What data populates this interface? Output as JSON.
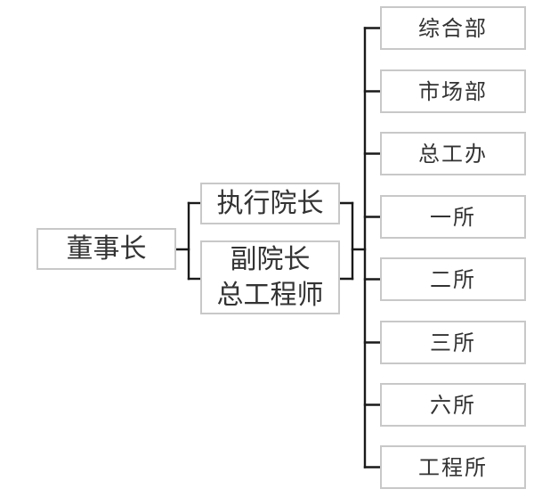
{
  "diagram": {
    "type": "org-chart",
    "root": {
      "label": "董事长"
    },
    "level2": [
      {
        "label": "执行院长"
      },
      {
        "lines": [
          "副院长",
          "总工程师"
        ]
      }
    ],
    "level3": [
      {
        "label": "综合部"
      },
      {
        "label": "市场部"
      },
      {
        "label": "总工办"
      },
      {
        "label": "一所"
      },
      {
        "label": "二所"
      },
      {
        "label": "三所"
      },
      {
        "label": "六所"
      },
      {
        "label": "工程所"
      }
    ],
    "colors": {
      "connector": "#1a1a1a",
      "box_border": "#c8c8c8",
      "text": "#333333",
      "background": "#ffffff"
    }
  }
}
